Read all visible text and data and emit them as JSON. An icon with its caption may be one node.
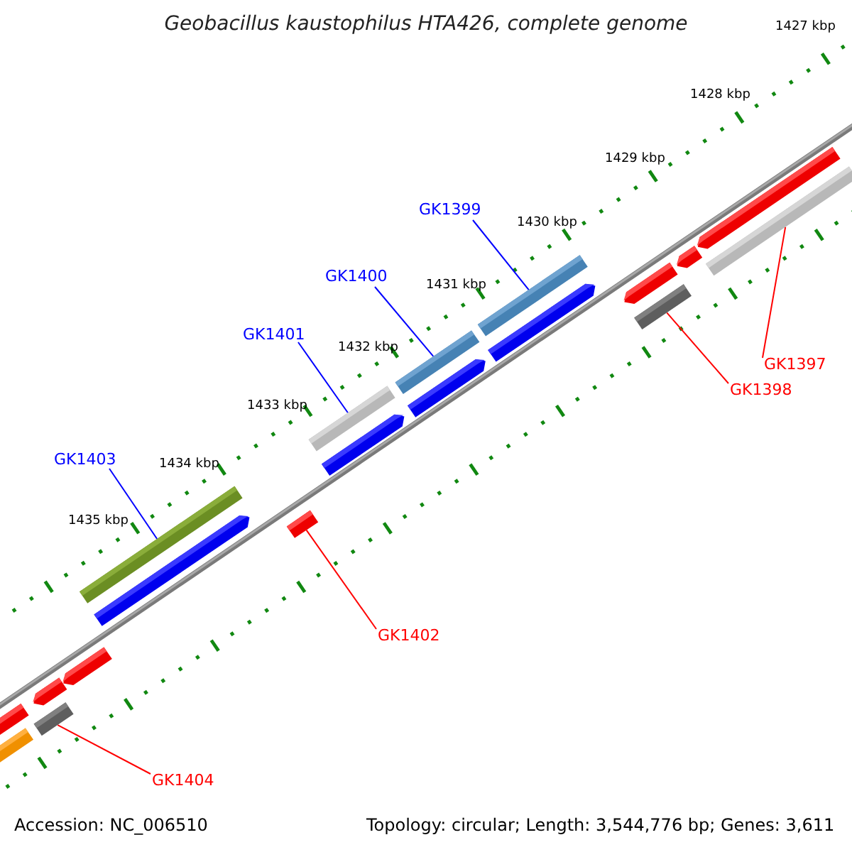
{
  "diagram": {
    "title": "Geobacillus kaustophilus HTA426, complete genome",
    "nodes": [
      {
        "text": [
          "GK1399"
        ]
      },
      {
        "text": [],
        "shape": "bar"
      },
      {
        "text": [
          "GK1400"
        ]
      },
      {
        "text": [],
        "shape": "bar"
      },
      {
        "text": [
          "GK1401"
        ]
      },
      {
        "text": [],
        "shape": "bar"
      },
      {
        "text": [
          "GK1397"
        ]
      },
      {
        "text": [],
        "shape": "bar"
      },
      {
        "text": [
          "GK1398"
        ]
      },
      {
        "text": [],
        "shape": "bar"
      },
      {
        "text": [
          "GK1403"
        ]
      },
      {
        "text": [],
        "shape": "bar"
      },
      {
        "text": [
          "GK1402"
        ]
      },
      {
        "text": [],
        "shape": "bar"
      },
      {
        "text": [
          "GK1404"
        ]
      },
      {
        "text": [],
        "shape": "bar"
      },
      {
        "text": [],
        "shape": "pentagon"
      },
      {
        "text": [],
        "shape": "pentagon"
      },
      {
        "text": [],
        "shape": "pentagon"
      },
      {
        "text": [],
        "shape": "pentagon"
      },
      {
        "text": [],
        "shape": "pentagon"
      },
      {
        "text": [],
        "shape": "pentagon"
      },
      {
        "text": [],
        "shape": "pentagon"
      },
      {
        "text": [],
        "shape": "pentagon"
      },
      {
        "text": [],
        "shape": "pentagon"
      },
      {
        "text": [],
        "shape": "pentagon"
      },
      {
        "text": [],
        "shape": "bar"
      }
    ],
    "edges": [
      {
        "from": 0,
        "to": 1,
        "arrow": "none",
        "color": "#0000ff"
      },
      {
        "from": 2,
        "to": 3,
        "arrow": "none",
        "color": "#0000ff"
      },
      {
        "from": 4,
        "to": 5,
        "arrow": "none",
        "color": "#0000ff"
      },
      {
        "from": 6,
        "to": 7,
        "arrow": "none",
        "color": "#ff0000"
      },
      {
        "from": 8,
        "to": 9,
        "arrow": "none",
        "color": "#ff0000"
      },
      {
        "from": 10,
        "to": 11,
        "arrow": "none",
        "color": "#0000ff"
      },
      {
        "from": 12,
        "to": 13,
        "arrow": "none",
        "color": "#ff0000"
      },
      {
        "from": 14,
        "to": 15,
        "arrow": "none",
        "color": "#ff0000"
      }
    ],
    "labels": [
      "1427 kbp",
      "1428 kbp",
      "1429 kbp",
      "1430 kbp",
      "1431 kbp",
      "1432 kbp",
      "1433 kbp",
      "1434 kbp",
      "1435 kbp",
      "Accession: NC_006510",
      "Topology: circular; Length: 3,544,776 bp; Genes: 3,611"
    ]
  }
}
